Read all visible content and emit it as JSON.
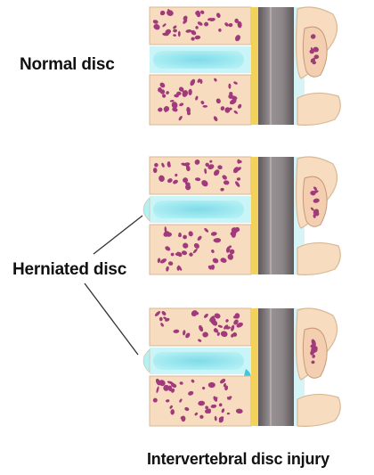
{
  "labels": {
    "normal": "Normal disc",
    "herniated": "Herniated disc",
    "caption": "Intervertebral disc injury"
  },
  "colors": {
    "bone": "#f7dcc0",
    "bone_outline": "#d9b896",
    "marrow_spots": "#a03a7a",
    "disc": "#a9eef3",
    "disc_center": "#3fc6dd",
    "ligament": "#f2d25a",
    "spinal_cord": "#8b8486",
    "cord_edge": "#5e5759",
    "pointer_line": "#333333"
  }
}
